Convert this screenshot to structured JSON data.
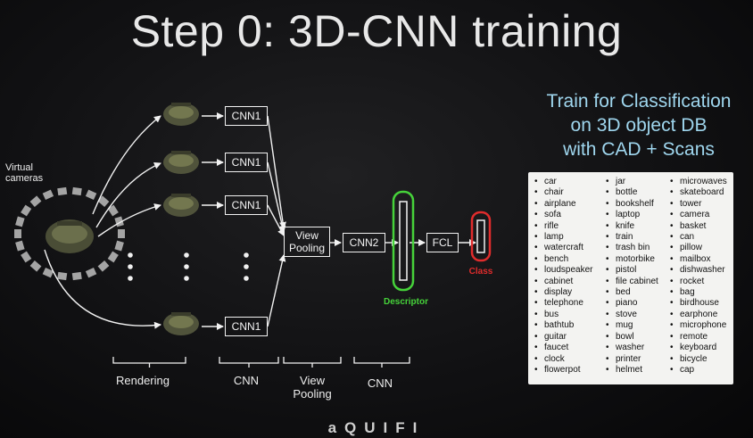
{
  "title": "Step 0: 3D-CNN training",
  "virtual_cameras": [
    "Virtual",
    "cameras"
  ],
  "cnn1_label": "CNN1",
  "view_pooling_box": [
    "View",
    "Pooling"
  ],
  "cnn2_label": "CNN2",
  "fcl_label": "FCL",
  "descriptor_label": "Descriptor",
  "class_label": "Class",
  "bottom_labels": {
    "rendering": "Rendering",
    "cnn_a": "CNN",
    "view_pooling": [
      "View",
      "Pooling"
    ],
    "cnn_b": "CNN"
  },
  "side_text": [
    "Train for Classification",
    "on 3D object DB",
    "with CAD + Scans"
  ],
  "categories": {
    "col1": [
      "car",
      "chair",
      "airplane",
      "sofa",
      "rifle",
      "lamp",
      "watercraft",
      "bench",
      "loudspeaker",
      "cabinet",
      "display",
      "telephone",
      "bus",
      "bathtub",
      "guitar",
      "faucet",
      "clock",
      "flowerpot"
    ],
    "col2": [
      "jar",
      "bottle",
      "bookshelf",
      "laptop",
      "knife",
      "train",
      "trash bin",
      "motorbike",
      "pistol",
      "file cabinet",
      "bed",
      "piano",
      "stove",
      "mug",
      "bowl",
      "washer",
      "printer",
      "helmet"
    ],
    "col3": [
      "microwaves",
      "skateboard",
      "tower",
      "camera",
      "basket",
      "can",
      "pillow",
      "mailbox",
      "dishwasher",
      "rocket",
      "bag",
      "birdhouse",
      "earphone",
      "microphone",
      "remote",
      "keyboard",
      "bicycle",
      "cap"
    ]
  },
  "logo": "aQUIFI",
  "colors": {
    "descriptor": "#46d23a",
    "class": "#e02c2c",
    "side_text": "#9fd6ee"
  }
}
